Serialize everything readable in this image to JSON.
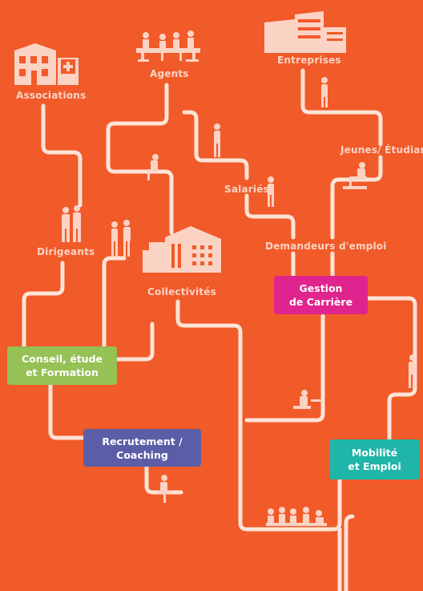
{
  "colors": {
    "background": "#f15a29",
    "path": "#fde3d6",
    "figure": "#fbd3c4",
    "conseil": "#95c155",
    "recrutement": "#5b5ea6",
    "gestion": "#e0248d",
    "mobilite": "#1fb5a8"
  },
  "labels": {
    "associations": "Associations",
    "agents": "Agents",
    "entreprises": "Entreprises",
    "jeunes": "Jeunes/ Étudiants",
    "salaries": "Salariés",
    "dirigeants": "Dirigeants",
    "demandeurs": "Demandeurs d'emploi",
    "collectivites": "Collectivités"
  },
  "boxes": {
    "conseil": [
      "Conseil, étude",
      "et Formation"
    ],
    "recrutement": [
      "Recrutement /",
      "Coaching"
    ],
    "gestion": [
      "Gestion",
      "de Carrière"
    ],
    "mobilite": [
      "Mobilité",
      "et Emploi"
    ]
  },
  "icons": {
    "associations": "house-with-medical-cross-icon",
    "agents": "office-workers-icon",
    "entreprises": "company-buildings-icon",
    "collectivites": "city-hall-building-icon"
  }
}
